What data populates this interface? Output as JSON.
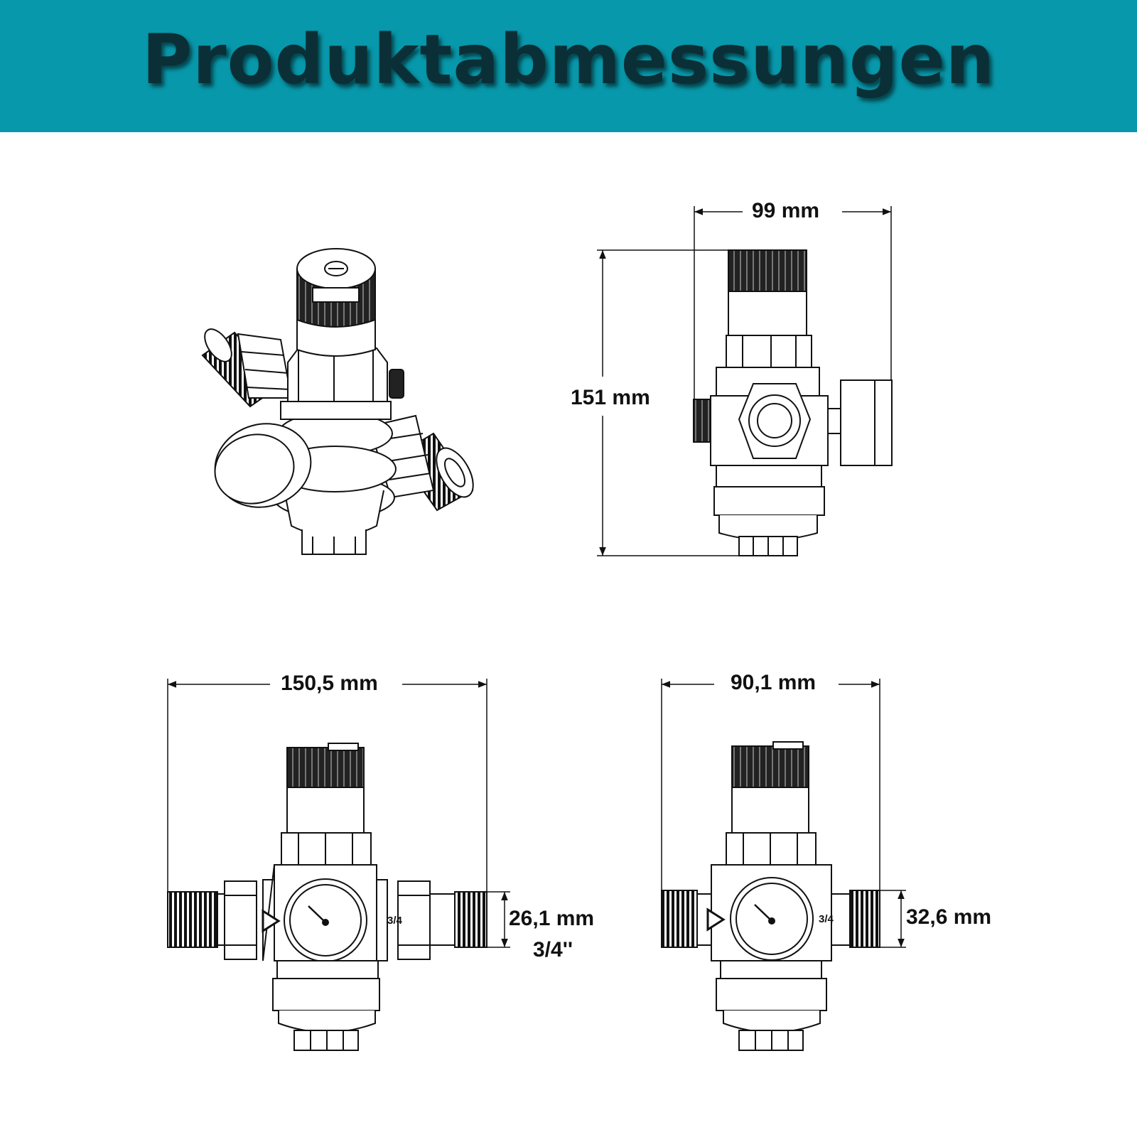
{
  "header": {
    "title": "Produktabmessungen",
    "background": "#0898ab",
    "title_color": "#0b2f36"
  },
  "views": {
    "isometric": {
      "icon": "valve-isometric-icon"
    },
    "side": {
      "icon": "valve-side-icon",
      "width_label": "99 mm",
      "height_label": "151 mm"
    },
    "front": {
      "icon": "valve-front-icon",
      "width_label": "150,5 mm",
      "thread_label": "26,1 mm",
      "thread_size_label": "3/4''",
      "gauge_marking": "3/4"
    },
    "front_compact": {
      "icon": "valve-front-compact-icon",
      "width_label": "90,1 mm",
      "thread_label": "32,6 mm",
      "gauge_marking": "3/4"
    }
  }
}
